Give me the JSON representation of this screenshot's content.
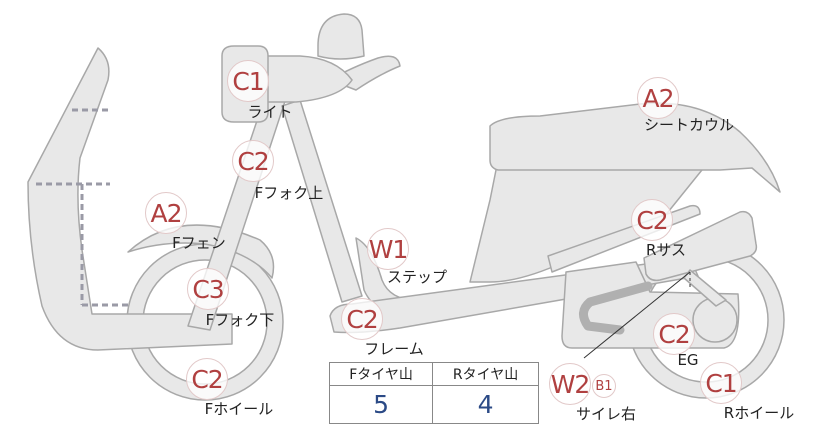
{
  "markers": {
    "light": {
      "code": "C1",
      "label": "ライト"
    },
    "seat_cowl": {
      "code": "A2",
      "label": "シートカウル"
    },
    "fork_upper": {
      "code": "C2",
      "label": "Fフォク上"
    },
    "front_fender": {
      "code": "A2",
      "label": "Fフェン"
    },
    "step": {
      "code": "W1",
      "label": "ステップ"
    },
    "rear_suspension": {
      "code": "C2",
      "label": "Rサス"
    },
    "fork_lower": {
      "code": "C3",
      "label": "Fフォク下"
    },
    "frame": {
      "code": "C2",
      "label": "フレーム"
    },
    "engine": {
      "code": "C2",
      "label": "EG"
    },
    "front_wheel": {
      "code": "C2",
      "label": "Fホイール"
    },
    "muffler_right": {
      "code": "W2",
      "sub_code": "B1",
      "label": "サイレ右"
    },
    "rear_wheel": {
      "code": "C1",
      "label": "Rホイール"
    }
  },
  "tread_table": {
    "front_header": "Fタイヤ山",
    "rear_header": "Rタイヤ山",
    "front_value": "5",
    "rear_value": "4"
  },
  "colors": {
    "part_fill": "#e8e8e8",
    "part_stroke": "#a8a8a8",
    "marker_text": "#b04040",
    "table_value": "#2b4a86"
  }
}
